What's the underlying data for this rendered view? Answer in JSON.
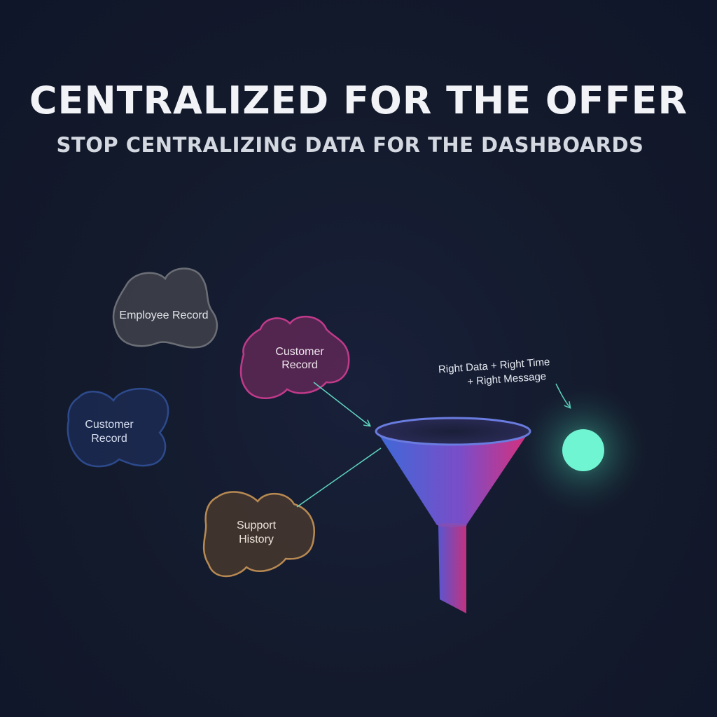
{
  "header": {
    "title": "CENTRALIZED FOR THE OFFER",
    "subtitle": "STOP CENTRALIZING DATA FOR THE DASHBOARDS"
  },
  "sources": [
    {
      "id": "employee-record",
      "label_line1": "Employee Record",
      "label_line2": "",
      "color": "#5e6068"
    },
    {
      "id": "customer-record-pink",
      "label_line1": "Customer",
      "label_line2": "Record",
      "color": "#c13a8a"
    },
    {
      "id": "customer-record-blue",
      "label_line1": "Customer",
      "label_line2": "Record",
      "color": "#2d4a8c"
    },
    {
      "id": "support-history",
      "label_line1": "Support",
      "label_line2": "History",
      "color": "#b88a52"
    }
  ],
  "funnel": {
    "gradient_left": "#3d6ad8",
    "gradient_right": "#d8307a"
  },
  "output": {
    "annotation_line1": "Right Data + Right Time",
    "annotation_line2": "+ Right Message",
    "glow_color": "#6ff5d2",
    "arrow_color": "#5fd6c0"
  }
}
